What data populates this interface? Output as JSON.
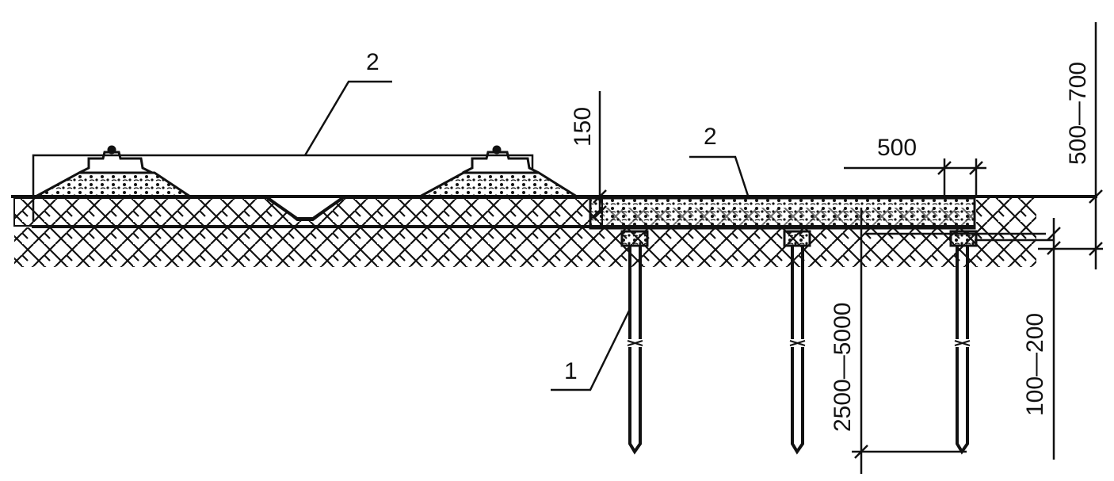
{
  "labels": {
    "callout_2_left": "2",
    "callout_2_right": "2",
    "callout_1": "1",
    "dim_150": "150",
    "dim_500": "500",
    "dim_500_700": "500—700",
    "dim_100_200": "100—200",
    "dim_2500_5000": "2500—5000"
  },
  "colors": {
    "ink": "#111111",
    "paper": "#ffffff"
  }
}
